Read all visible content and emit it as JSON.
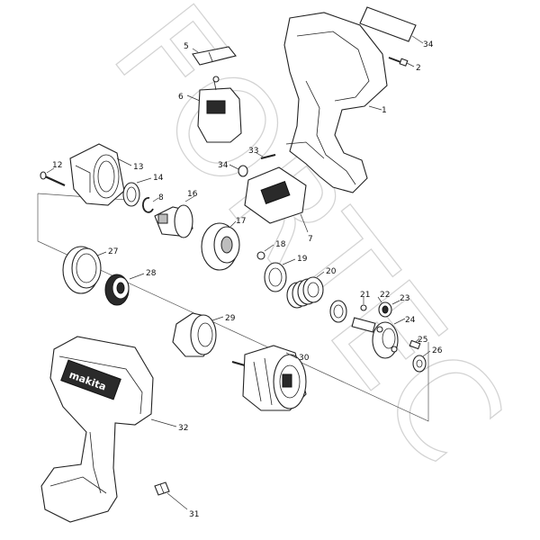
{
  "watermark": {
    "text": "FORTEC"
  },
  "brand_logo": "makita",
  "parts": [
    {
      "number": "1"
    },
    {
      "number": "2"
    },
    {
      "number": "3"
    },
    {
      "number": "5"
    },
    {
      "number": "6"
    },
    {
      "number": "7"
    },
    {
      "number": "8"
    },
    {
      "number": "12"
    },
    {
      "number": "13"
    },
    {
      "number": "14"
    },
    {
      "number": "16"
    },
    {
      "number": "17"
    },
    {
      "number": "18"
    },
    {
      "number": "19"
    },
    {
      "number": "20"
    },
    {
      "number": "21"
    },
    {
      "number": "22"
    },
    {
      "number": "23"
    },
    {
      "number": "24"
    },
    {
      "number": "25"
    },
    {
      "number": "26"
    },
    {
      "number": "27"
    },
    {
      "number": "28"
    },
    {
      "number": "29"
    },
    {
      "number": "30"
    },
    {
      "number": "31"
    },
    {
      "number": "32"
    },
    {
      "number": "33"
    },
    {
      "number": "34"
    }
  ]
}
